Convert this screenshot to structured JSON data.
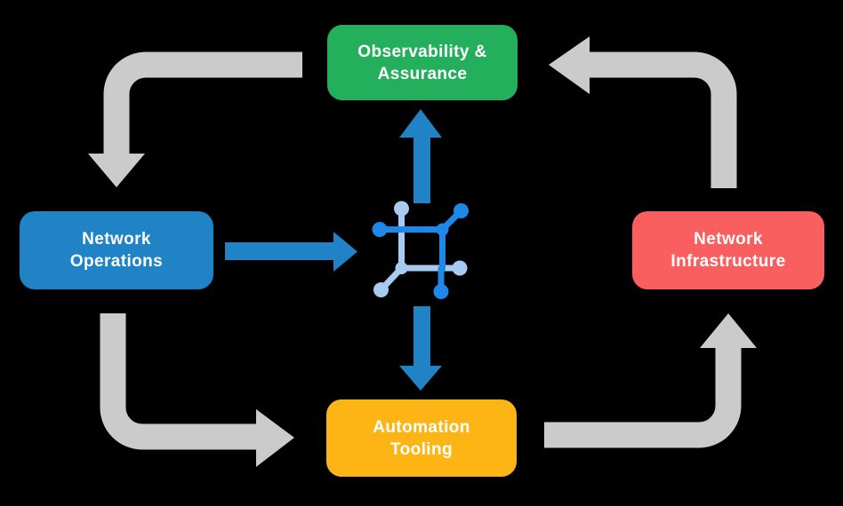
{
  "diagram": {
    "background": "#000000",
    "nodes": [
      {
        "id": "observability-assurance",
        "line1": "Observability &",
        "line2": "Assurance",
        "color": "#23AF5C",
        "text_color": "#FFFFFF"
      },
      {
        "id": "network-operations",
        "line1": "Network",
        "line2": "Operations",
        "color": "#1F83C5",
        "text_color": "#FFFFFF"
      },
      {
        "id": "network-infrastructure",
        "line1": "Network",
        "line2": "Infrastructure",
        "color": "#FA5F5F",
        "text_color": "#FFFFFF"
      },
      {
        "id": "automation-tooling",
        "line1": "Automation",
        "line2": "Tooling",
        "color": "#FDB515",
        "text_color": "#FFFFFF"
      }
    ],
    "center_icon": {
      "name": "network-mesh-icon",
      "primary_color": "#1E88E8",
      "secondary_color": "#A9CBF1"
    },
    "arrows": {
      "cycle_color": "#CBCBCB",
      "hub_color": "#1F83C5",
      "cycle_flow": [
        "observability-assurance -> network-operations",
        "network-operations -> automation-tooling",
        "automation-tooling -> network-infrastructure",
        "network-infrastructure -> observability-assurance"
      ],
      "hub_flow": [
        "network-operations -> center-icon",
        "center-icon -> observability-assurance",
        "center-icon -> automation-tooling"
      ]
    }
  }
}
